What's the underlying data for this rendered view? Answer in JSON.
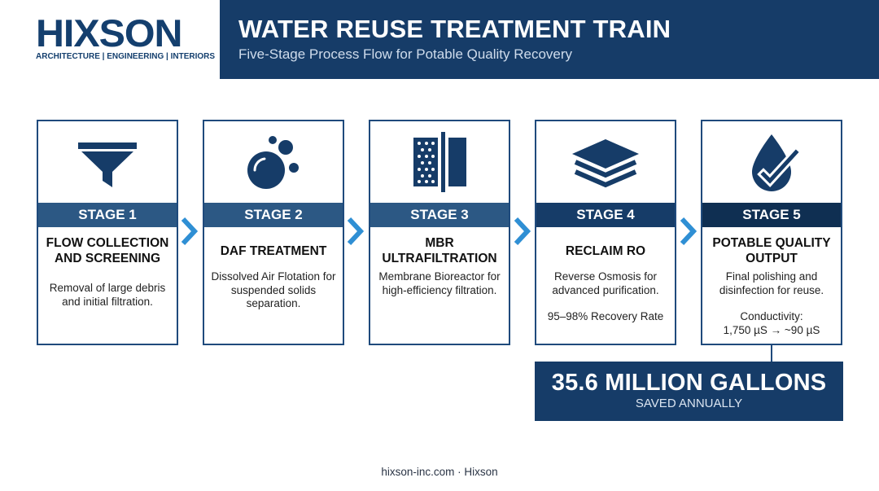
{
  "brand": {
    "logo_text": "HIXSON",
    "logo_tagline": "ARCHITECTURE | ENGINEERING | INTERIORS"
  },
  "header": {
    "title": "WATER REUSE TREATMENT TRAIN",
    "subtitle": "Five-Stage Process Flow for Potable Quality Recovery"
  },
  "stages": [
    {
      "label": "STAGE 1",
      "title": "FLOW COLLECTION AND SCREENING",
      "description": "Removal of large debris and initial filtration.",
      "icon": "funnel-icon"
    },
    {
      "label": "STAGE 2",
      "title": "DAF TREATMENT",
      "description": "Dissolved Air Flotation for suspended solids separation.",
      "icon": "bubbles-icon"
    },
    {
      "label": "STAGE 3",
      "title": "MBR ULTRAFILTRATION",
      "description": "Membrane Bioreactor for high-efficiency filtration.",
      "icon": "membrane-filter-icon"
    },
    {
      "label": "STAGE 4",
      "title": "RECLAIM RO",
      "description": "Reverse Osmosis for advanced purification.",
      "extra": "95–98% Recovery Rate",
      "icon": "layers-icon"
    },
    {
      "label": "STAGE 5",
      "title": "POTABLE QUALITY OUTPUT",
      "description": "Final polishing and disinfection for reuse.",
      "extra_label": "Conductivity:",
      "extra_value": "1,750 µS → ~90 µS",
      "icon": "water-drop-check-icon"
    }
  ],
  "callout": {
    "value": "35.6 MILLION GALLONS",
    "label": "SAVED ANNUALLY"
  },
  "footer": "hixson-inc.com · Hixson",
  "colors": {
    "primary": "#163c68",
    "band": "#2c5884",
    "arrow": "#2f8fd4"
  }
}
